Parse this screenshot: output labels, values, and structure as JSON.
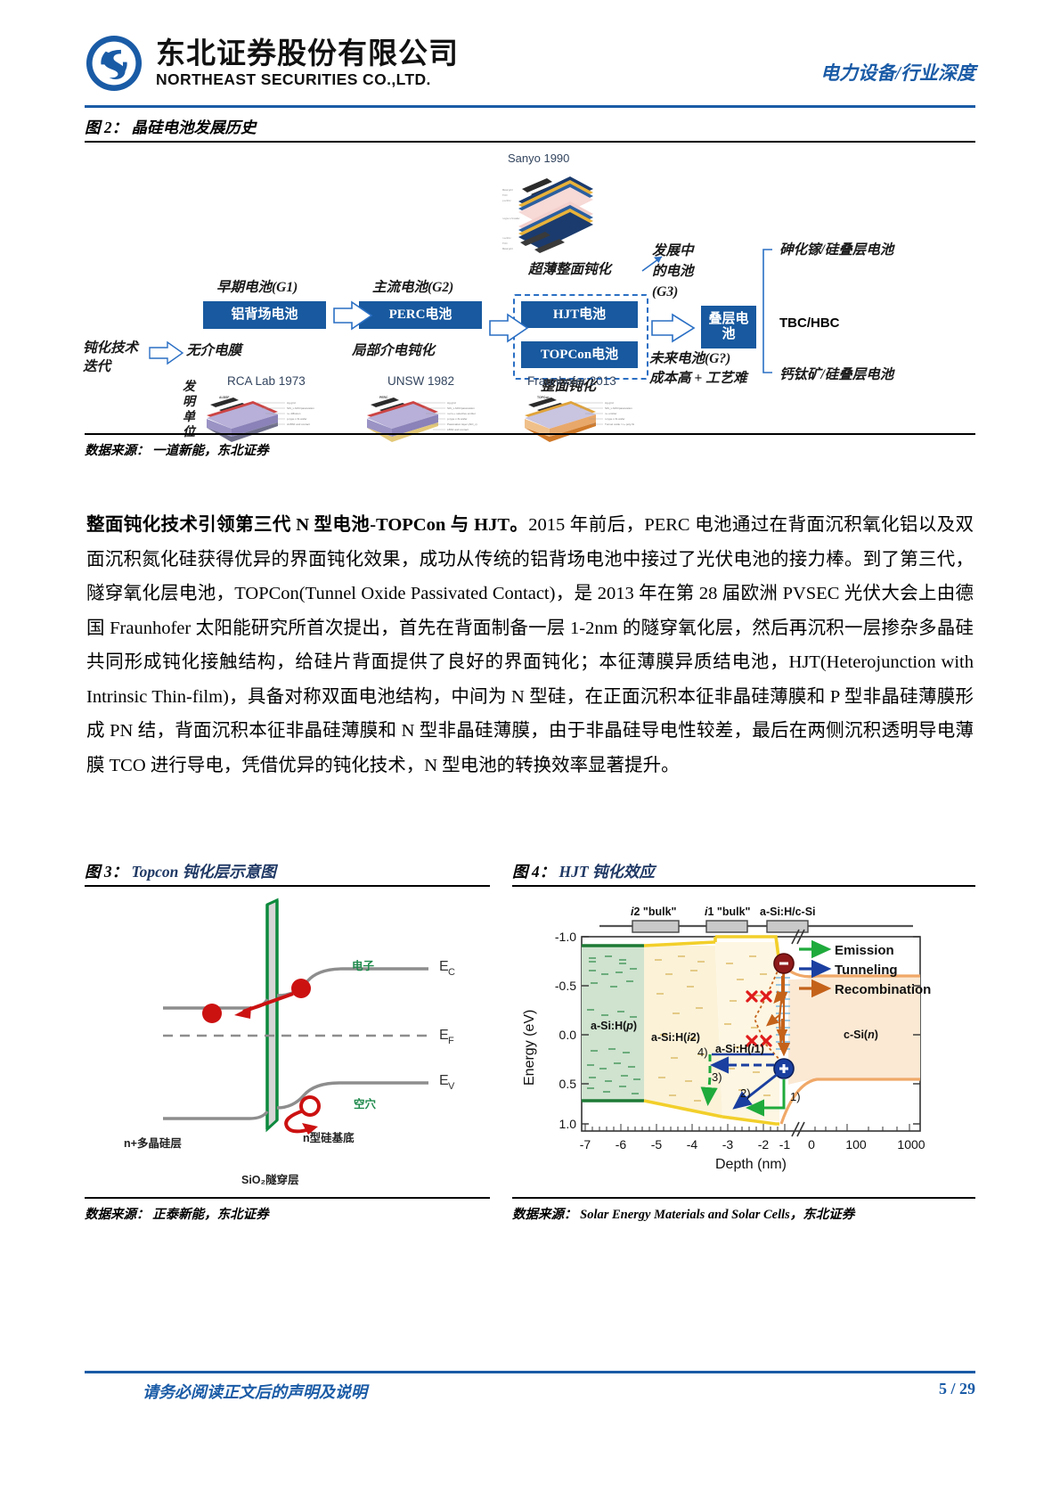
{
  "header": {
    "logo_cn": "东北证券股份有限公司",
    "logo_en": "NORTHEAST SECURITIES CO.,LTD.",
    "right_label": "电力设备/行业深度",
    "brand_color": "#1a5ba6"
  },
  "figure2": {
    "caption": "图 2： 晶硅电池发展历史",
    "source": "数据来源： 一道新能，东北证券",
    "gen_labels": {
      "g1": "早期电池(G1)",
      "g2": "主流电池(G2)",
      "g3_dev": "发展中\n的电池\n(G3)",
      "future": "未来电池(G?)\n成本高 + 工艺难"
    },
    "boxes": [
      {
        "label": "铝背场电池"
      },
      {
        "label": "PERC电池"
      },
      {
        "label": "HJT电池"
      },
      {
        "label": "TOPCon电池"
      },
      {
        "label": "叠层电\n池"
      }
    ],
    "passivation": {
      "row_label": "钝化技术\n迭代",
      "g1": "无介电膜",
      "g2": "局部介电钝化",
      "ultra_thin": "超薄整面钝化",
      "full_face": "整面钝化"
    },
    "right_branch": {
      "top": "砷化镓/硅叠层电池",
      "mid": "TBC/HBC",
      "bottom": "钙钛矿/硅叠层电池"
    },
    "invent_label": "发明单位",
    "thumbs": [
      {
        "title": "RCA Lab 1973",
        "tag": "AI-BSF",
        "legend": [
          "Ag grid",
          "SiN_x ARC/passivation",
          "n+ diffusion",
          "p-type c-Si wafer",
          "Al-BSF and contact"
        ]
      },
      {
        "title": "UNSW 1982",
        "tag": "PERC",
        "legend": [
          "Ag grid",
          "SiN_x ARC/passivation",
          "n+/n++ selective emitter",
          "p-type c-Si wafer",
          "Passivation layer (AlO_x)",
          "LBSF and contact"
        ]
      },
      {
        "title": "Fraunhofer 2013",
        "tag": "TOPCon",
        "legend": [
          "Ag grid",
          "SiN_x ARC/passivation",
          "n+ emitter",
          "n-type c-Si wafer",
          "Tunnel oxide layer",
          "n+ poly-Si",
          "Ag"
        ]
      },
      {
        "title": "Sanyo 1990",
        "tag": "HIT",
        "legend": [
          "Metal grid",
          "TCO",
          "p a-Si:H",
          "i a-Si:H",
          "n-type c-Si wafer",
          "i a-Si:H",
          "n a-Si:H",
          "TCO",
          "Metal grid"
        ]
      }
    ]
  },
  "body": {
    "lead": "整面钝化技术引领第三代 N 型电池-TOPCon 与 HJT。",
    "text": "2015 年前后，PERC 电池通过在背面沉积氧化铝以及双面沉积氮化硅获得优异的界面钝化效果，成功从传统的铝背场电池中接过了光伏电池的接力棒。到了第三代，隧穿氧化层电池，TOPCon(Tunnel Oxide Passivated Contact)，是 2013 年在第 28 届欧洲 PVSEC 光伏大会上由德国 Fraunhofer 太阳能研究所首次提出，首先在背面制备一层 1-2nm 的隧穿氧化层，然后再沉积一层掺杂多晶硅共同形成钝化接触结构，给硅片背面提供了良好的界面钝化；本征薄膜异质结电池，HJT(Heterojunction with Intrinsic Thin-film)，具备对称双面电池结构，中间为 N 型硅，在正面沉积本征非晶硅薄膜和 P 型非晶硅薄膜形成 PN 结，背面沉积本征非晶硅薄膜和 N 型非晶硅薄膜，由于非晶硅导电性较差，最后在两侧沉积透明导电薄膜 TCO 进行导电，凭借优异的钝化技术，N 型电池的转换效率显著提升。"
  },
  "figure3": {
    "caption_prefix": "图 3：",
    "caption_main": "Topcon 钝化层示意图",
    "source": "数据来源： 正泰新能，东北证券",
    "labels": {
      "electron": "电子",
      "hole": "空穴",
      "ec": "E",
      "ec_sub": "C",
      "ef": "E",
      "ef_sub": "F",
      "ev": "E",
      "ev_sub": "V",
      "left_layer": "n+多晶硅层",
      "right_layer": "n型硅基底",
      "barrier": "SiO₂隧穿层"
    },
    "colors": {
      "band": "#8d8d8d",
      "carrier": "#cc1111",
      "barrier": "#0d8a3e",
      "label_green": "#1f8a4c"
    }
  },
  "figure4": {
    "caption_prefix": "图 4：",
    "caption_main": "HJT 钝化效应",
    "source": "数据来源： Solar Energy Materials and Solar Cells，东北证券",
    "chart_data": {
      "type": "line",
      "title": "",
      "xlabel": "Depth (nm)",
      "ylabel": "Energy (eV)",
      "xticks": [
        "-7",
        "-6",
        "-5",
        "-4",
        "-3",
        "-2",
        "-1",
        "0",
        "100",
        "1000"
      ],
      "yticks": [
        "-1.0",
        "-0.5",
        "0.0",
        "0.5",
        "1.0"
      ],
      "ylim": [
        -1.0,
        1.2
      ],
      "axis_break_after": "0",
      "grid": false,
      "legend_position": "top-right",
      "legend": [
        {
          "label": "Emission",
          "color": "#1faa3c"
        },
        {
          "label": "Tunneling",
          "color": "#1a3fa0"
        },
        {
          "label": "Recombination",
          "color": "#c4621a"
        }
      ],
      "top_bar_labels": [
        "i2 \"bulk\"",
        "i1 \"bulk\"",
        "a-Si:H/c-Si"
      ],
      "regions": [
        {
          "name": "a-Si:H(p)",
          "fill": "#cfe3cf",
          "edge": "#1d7a35",
          "x_start": -7,
          "x_end": -5
        },
        {
          "name": "a-Si:H(i2)",
          "fill": "#fcf3d7",
          "edge": "#f2cf2a",
          "x_start": -5,
          "x_end": -2.5
        },
        {
          "name": "a-Si:H(i1)",
          "fill": "#fdf4dc",
          "edge": "#f2cf2a",
          "x_start": -2.5,
          "x_end": 0
        },
        {
          "name": "c-Si(n)",
          "fill": "#fbe9d4",
          "edge": "#f0a868",
          "x_start": 0,
          "x_end": 1000
        }
      ],
      "carriers": [
        {
          "type": "electron",
          "symbol": "−",
          "color": "#8f1a1a",
          "x": 0,
          "y": -0.38
        },
        {
          "type": "hole",
          "symbol": "+",
          "color": "#1a3fa0",
          "x": 0,
          "y": 0.68
        }
      ],
      "process_markers": [
        "1)",
        "2)",
        "3)",
        "4)"
      ],
      "blocked_markers": "✕ ✕ (x4, recombination blocked)"
    }
  },
  "footer": {
    "note": "请务必阅读正文后的声明及说明",
    "page": "5 / 29"
  }
}
